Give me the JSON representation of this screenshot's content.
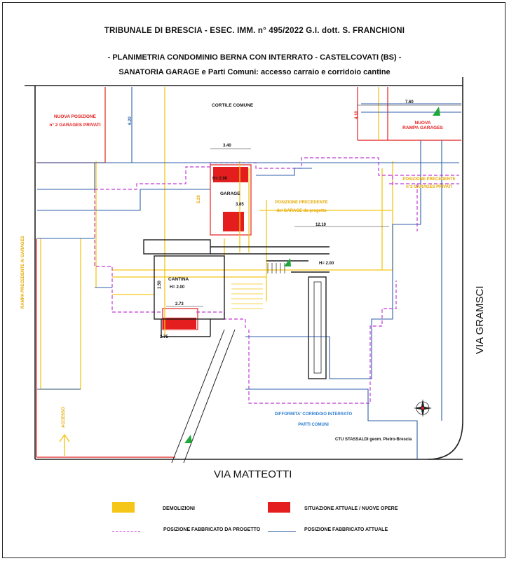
{
  "header": {
    "line1": "TRIBUNALE  DI  BRESCIA - ESEC.  IMM. n° 495/2022  G.I. dott.  S. FRANCHIONI",
    "line2": "- PLANIMETRIA  CONDOMINIO  BERNA CON  INTERRATO - CASTELCOVATI  (BS) -",
    "line3": "SANATORIA   GARAGE  e  Parti Comuni: accesso carraio e corridoio cantine"
  },
  "labels": {
    "cortile": "CORTILE   COMUNE",
    "nuova_posizione_1": "NUOVA  POSIZIONE",
    "nuova_posizione_2": "n° 2 GARAGES PRIVATI",
    "nuova_rampa_1": "NUOVA",
    "nuova_rampa_2": "RAMPA  GARAGES",
    "posizione_prec_1": "POSIZIONE  PRECEDENTE",
    "posizione_prec_2": "n°2 GARAGES PRIVATI",
    "garage": "GARAGE",
    "garage_h": "H= 2.00",
    "pos_prec_garage_1": "POSIZIONE  PRECEDENTE",
    "pos_prec_garage_2": "del GARAGE da progetto",
    "cantina": "CANTINA",
    "cantina_h": "H= 2.00",
    "stair_h": "H= 2.00",
    "rampa_precedente": "RAMPA  PRECEDENTE  AI  GARAGES",
    "accesso": "ACCESSO",
    "difformita_1": "DIFFORMITA'  CORRIDOIO  INTERRATO",
    "difformita_2": "PARTI  COMUNI",
    "ctu": "CTU  STASSALDI  geom. Pietro-Brescia",
    "via_matteotti": "VIA      MATTEOTTI",
    "via_gramsci": "VIA      GRAMSCI"
  },
  "dimensions": {
    "d_620": "6.20",
    "d_410": "4.10",
    "d_760": "7.60",
    "d_340": "3.40",
    "d_520": "5.20",
    "d_385": "3.85",
    "d_1210": "12.10",
    "d_273": "2.73",
    "d_150": "1.50",
    "d_275": "2.75"
  },
  "legend": {
    "demolizioni": "DEMOLIZIONI",
    "situazione": "SITUAZIONE  ATTUALE  /  NUOVE  OPERE",
    "fabbricato_progetto": "POSIZIONE  FABBRICATO  DA  PROGETTO",
    "fabbricato_attuale": "POSIZIONE  FABBRICATO  ATTUALE",
    "colors": {
      "yellow": "#f5c518",
      "red": "#e41e1e",
      "magenta": "#c23bd4",
      "blue": "#2f5fa8",
      "green": "#1fa83a"
    }
  },
  "icons": {
    "compass": "north-arrow-icon",
    "access_arrow": "up-arrow-icon"
  }
}
